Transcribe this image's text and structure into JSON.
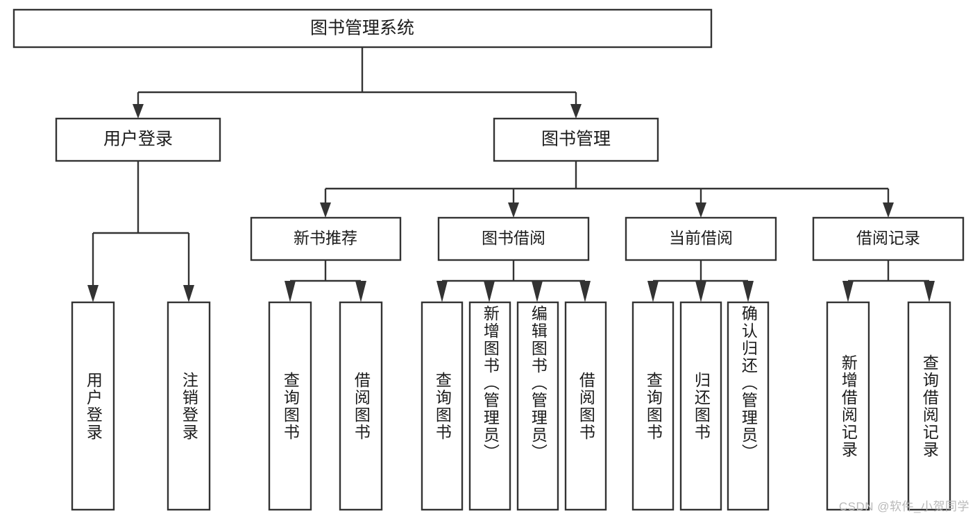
{
  "diagram": {
    "title": "图书管理系统",
    "type": "tree",
    "root": {
      "id": "root",
      "label": "图书管理系统",
      "orientation": "horizontal"
    },
    "level2": [
      {
        "id": "user-login",
        "label": "用户登录",
        "orientation": "horizontal"
      },
      {
        "id": "book-manage",
        "label": "图书管理",
        "orientation": "horizontal"
      }
    ],
    "level3": [
      {
        "id": "new-book-rec",
        "label": "新书推荐",
        "parent": "book-manage",
        "orientation": "horizontal"
      },
      {
        "id": "book-borrow",
        "label": "图书借阅",
        "parent": "book-manage",
        "orientation": "horizontal"
      },
      {
        "id": "current-borrow",
        "label": "当前借阅",
        "parent": "book-manage",
        "orientation": "horizontal"
      },
      {
        "id": "borrow-record",
        "label": "借阅记录",
        "parent": "book-manage",
        "orientation": "horizontal"
      }
    ],
    "leaves": [
      {
        "id": "leaf-user-login",
        "label": "用户登录",
        "parent": "user-login",
        "orientation": "vertical"
      },
      {
        "id": "leaf-user-logout",
        "label": "注销登录",
        "parent": "user-login",
        "orientation": "vertical"
      },
      {
        "id": "leaf-query-book-1",
        "label": "查询图书",
        "parent": "new-book-rec",
        "orientation": "vertical"
      },
      {
        "id": "leaf-borrow-book-1",
        "label": "借阅图书",
        "parent": "new-book-rec",
        "orientation": "vertical"
      },
      {
        "id": "leaf-query-book-2",
        "label": "查询图书",
        "parent": "book-borrow",
        "orientation": "vertical"
      },
      {
        "id": "leaf-add-book",
        "label": "新增图书（管理员）",
        "parent": "book-borrow",
        "orientation": "vertical"
      },
      {
        "id": "leaf-edit-book",
        "label": "编辑图书（管理员）",
        "parent": "book-borrow",
        "orientation": "vertical"
      },
      {
        "id": "leaf-borrow-book-2",
        "label": "借阅图书",
        "parent": "book-borrow",
        "orientation": "vertical"
      },
      {
        "id": "leaf-query-book-3",
        "label": "查询图书",
        "parent": "current-borrow",
        "orientation": "vertical"
      },
      {
        "id": "leaf-return-book",
        "label": "归还图书",
        "parent": "current-borrow",
        "orientation": "vertical"
      },
      {
        "id": "leaf-confirm-return",
        "label": "确认归还（管理员）",
        "parent": "current-borrow",
        "orientation": "vertical"
      },
      {
        "id": "leaf-add-record",
        "label": "新增借阅记录",
        "parent": "borrow-record",
        "orientation": "vertical"
      },
      {
        "id": "leaf-query-record",
        "label": "查询借阅记录",
        "parent": "borrow-record",
        "orientation": "vertical"
      }
    ],
    "colors": {
      "background": "#ffffff",
      "node_fill": "#ffffff",
      "node_stroke": "#333333",
      "text": "#1b1b1b",
      "watermark": "#b9b9b9"
    }
  },
  "watermark": {
    "text": "CSDN @软件_小贺同学"
  }
}
